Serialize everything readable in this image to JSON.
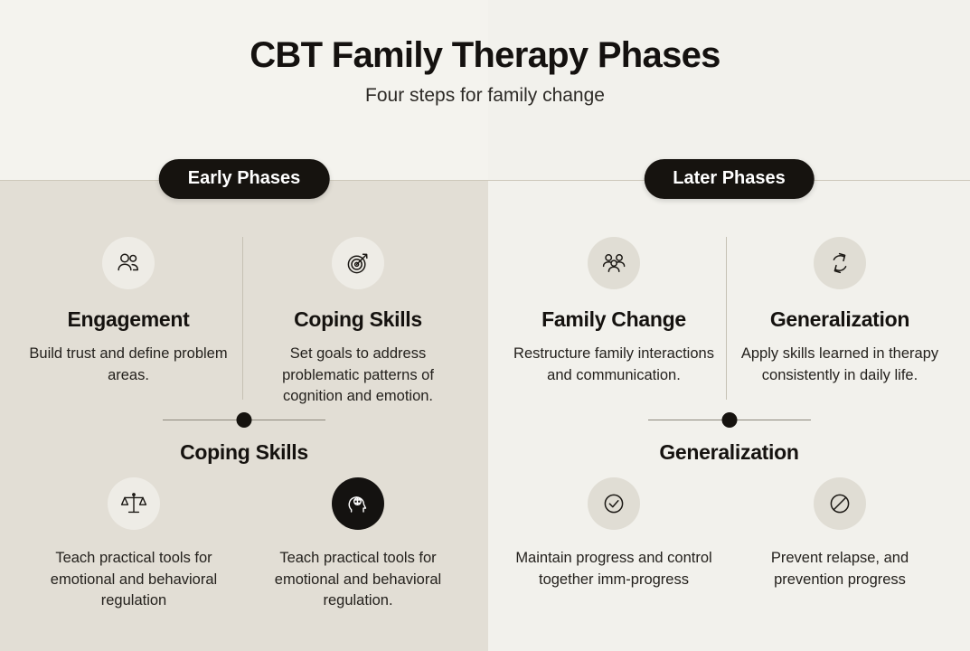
{
  "header": {
    "title": "CBT Family Therapy Phases",
    "subtitle": "Four steps for family change"
  },
  "sections": {
    "left_badge": "Early Phases",
    "right_badge": "Later Phases"
  },
  "colors": {
    "background": "#f4f3ee",
    "panel_left": "#e2ded5",
    "panel_right": "#f2f1ec",
    "badge_bg": "#16130f",
    "badge_text": "#ffffff",
    "text_dark": "#15120f",
    "rule": "#cdc8bb",
    "icon_circle_light": "#eeece6",
    "icon_circle_beige": "#e0ddd4",
    "icon_circle_dark": "#141210"
  },
  "top_items": [
    {
      "icon": "two-people-icon",
      "title": "Engagement",
      "desc": "Build trust and define problem areas."
    },
    {
      "icon": "target-dart-icon",
      "title": "Coping Skills",
      "desc": "Set goals to address problematic patterns of cognition and emotion."
    },
    {
      "icon": "family-group-icon",
      "title": "Family Change",
      "desc": "Restructure family interactions and communication."
    },
    {
      "icon": "refresh-cycle-icon",
      "title": "Generalization",
      "desc": "Apply skills learned in therapy consistently in daily life."
    }
  ],
  "connectors": [
    {
      "title": "Coping Skills"
    },
    {
      "title": "Generalization"
    }
  ],
  "bottom_items": [
    {
      "icon": "scales-balance-icon",
      "desc": "Teach practical tools for emotional and behavioral regulation"
    },
    {
      "icon": "head-brain-icon",
      "desc": "Teach practical tools for emotional and behavioral regulation."
    },
    {
      "icon": "check-circle-icon",
      "desc": "Maintain progress and control together imm-progress"
    },
    {
      "icon": "ban-circle-icon",
      "desc": "Prevent relapse, and prevention progress"
    }
  ]
}
